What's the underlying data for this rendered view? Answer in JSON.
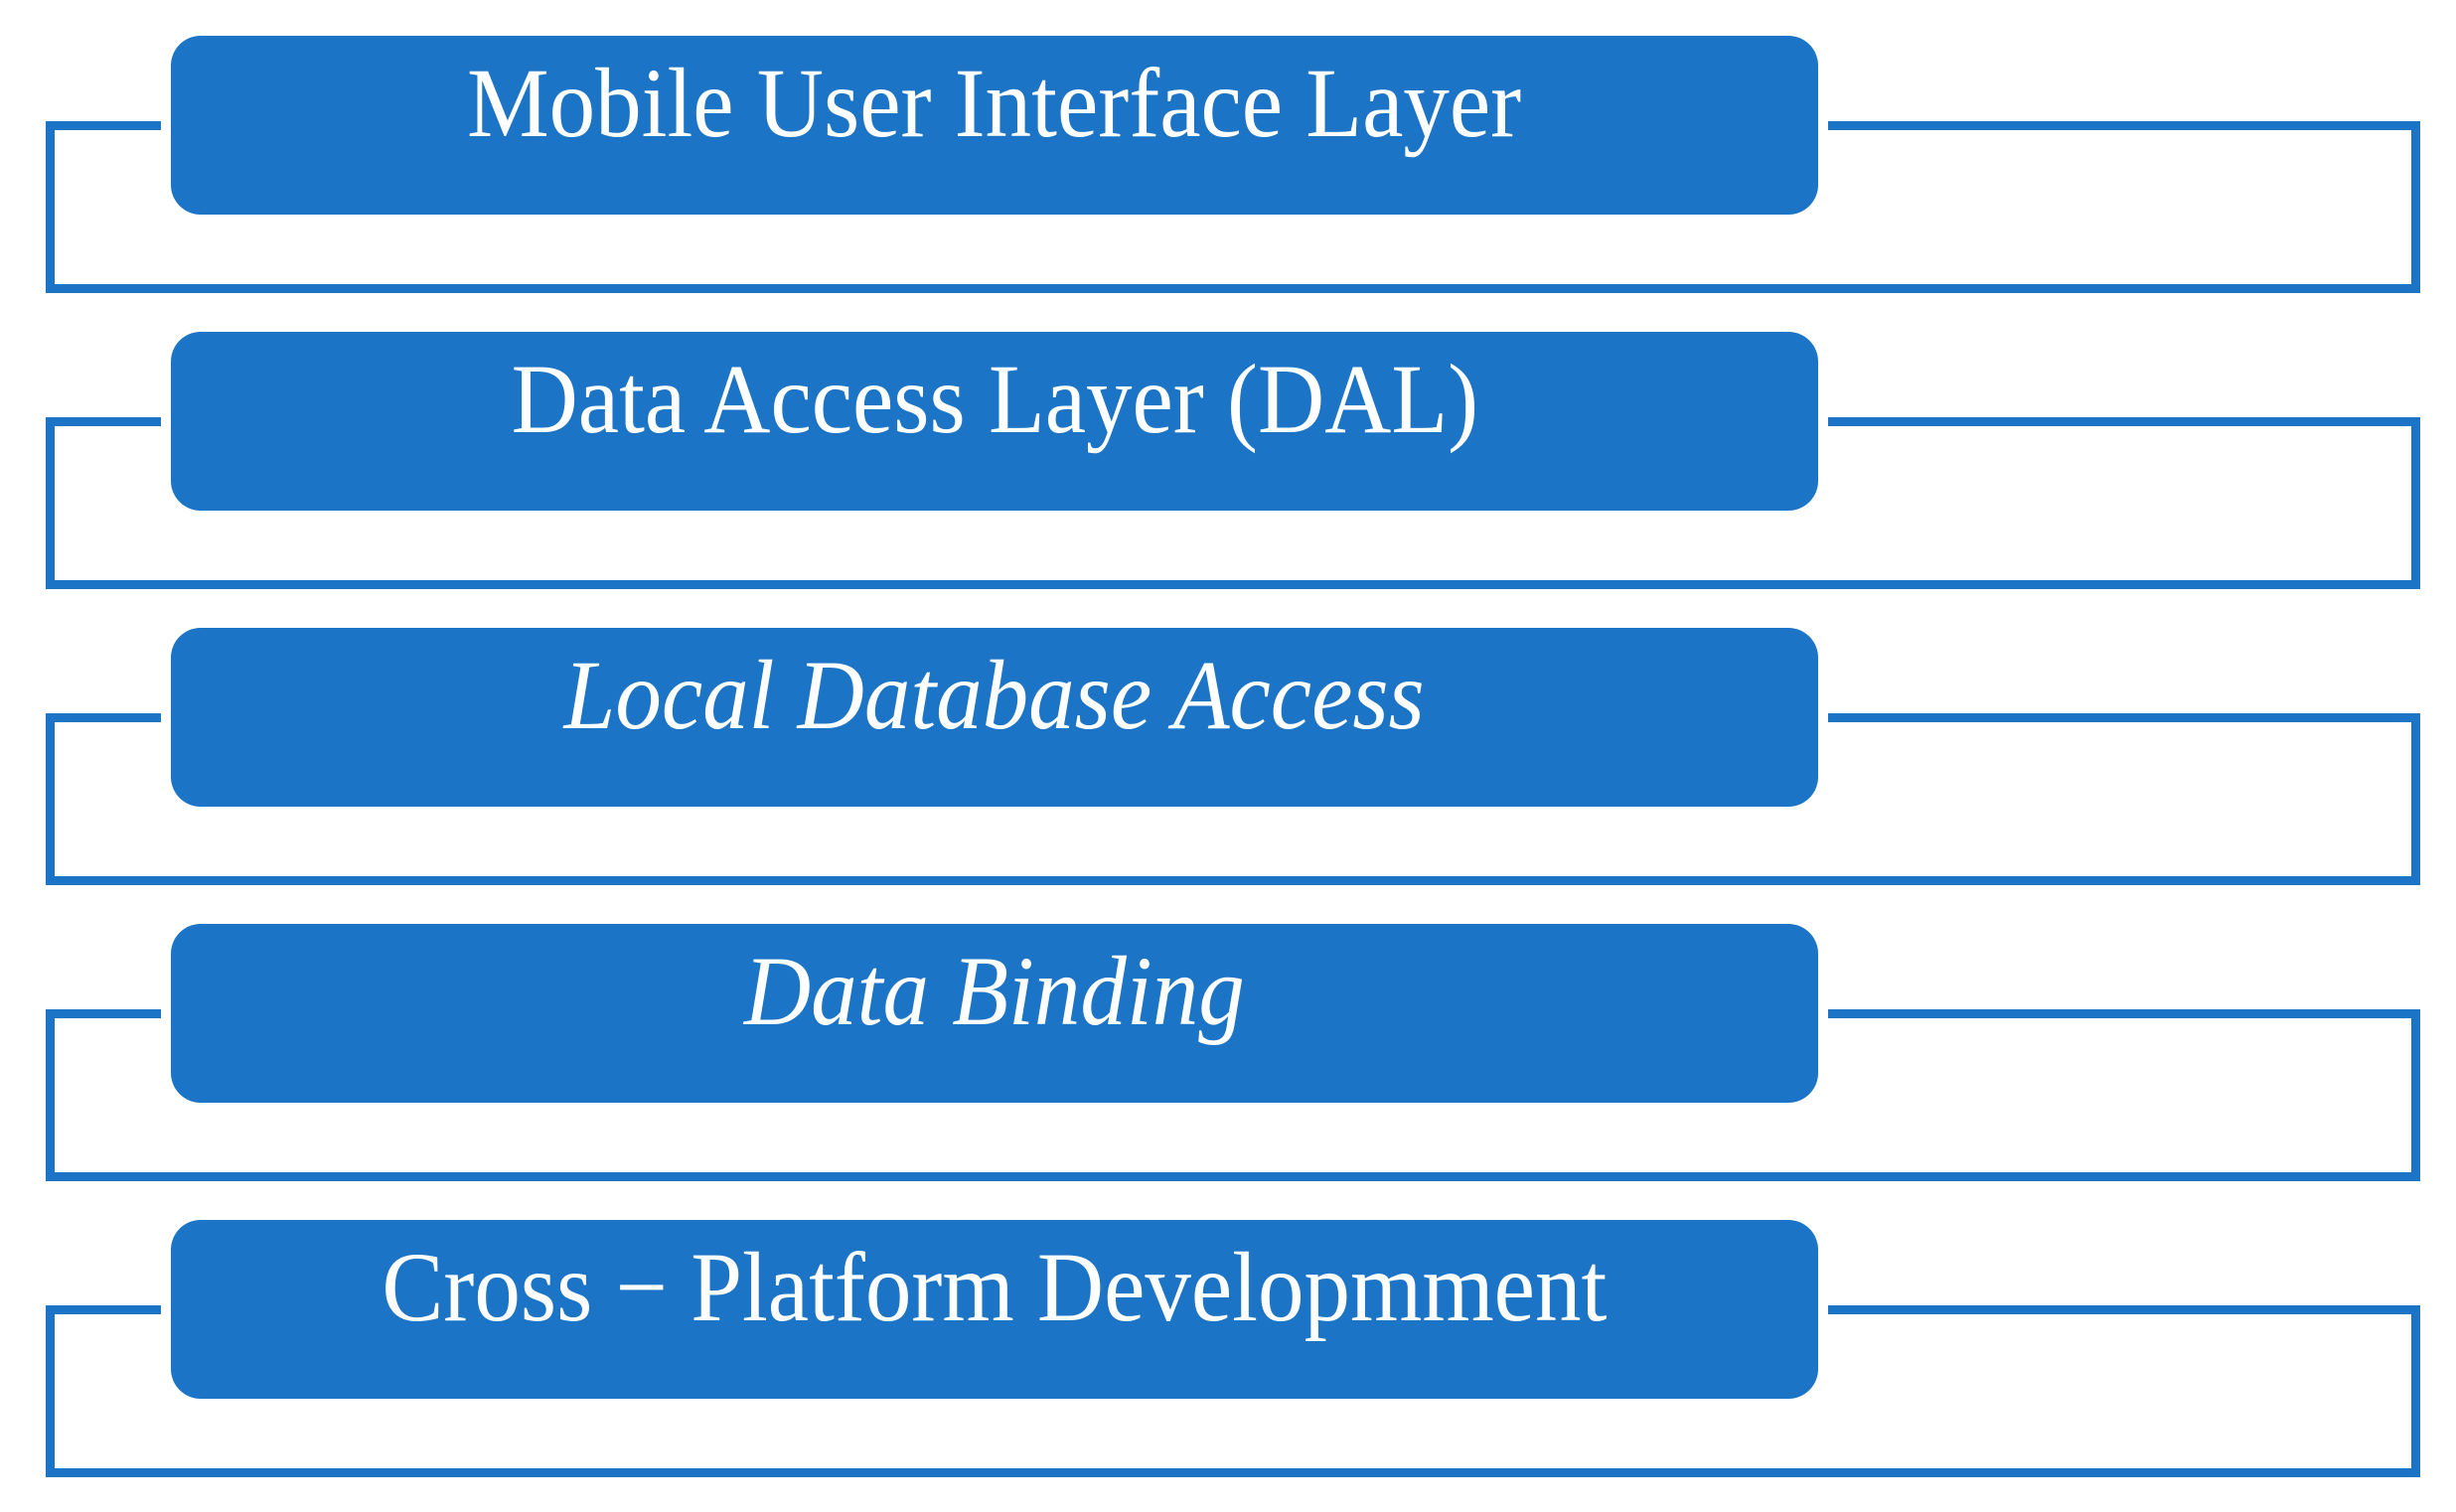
{
  "diagram": {
    "type": "process-list",
    "background_color": "#FFFFFF",
    "accent_blue": "#1B74C5",
    "text_color": "#FFFFFF",
    "steps": [
      {
        "label": "Mobile User Interface Layer",
        "emphasis": "normal"
      },
      {
        "label": "Data Access Layer (DAL)",
        "emphasis": "normal"
      },
      {
        "label": "Local Database Access",
        "emphasis": "italic"
      },
      {
        "label": "Data Binding",
        "emphasis": "italic"
      },
      {
        "label": "Cross − Platform Developmment",
        "emphasis": "normal"
      }
    ]
  }
}
